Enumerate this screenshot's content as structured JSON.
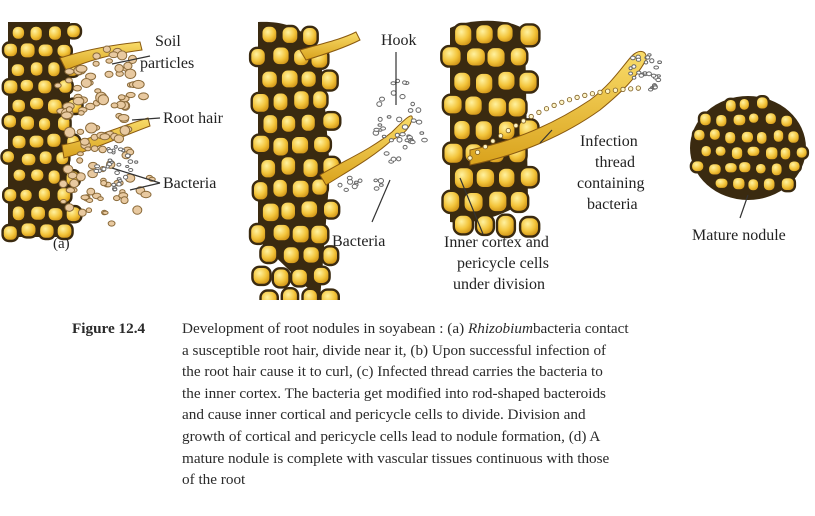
{
  "labels": {
    "soil_particles_1": "Soil",
    "soil_particles_2": "particles",
    "root_hair": "Root hair",
    "bacteria_a": "Bacteria",
    "panel_a": "(a)",
    "hook": "Hook",
    "bacteria_b": "Bacteria",
    "infection_thread_1": "Infection",
    "infection_thread_2": "thread",
    "infection_thread_3": "containing",
    "infection_thread_4": "bacteria",
    "inner_cortex_1": "Inner cortex and",
    "inner_cortex_2": "pericycle cells",
    "inner_cortex_3": "under division",
    "mature_nodule": "Mature nodule"
  },
  "caption": {
    "title": "Figure 12.4",
    "line1_pre": "Development of root nodules in soyabean : (a) ",
    "line1_em": "Rhizobium",
    "line1_post": "bacteria contact",
    "line2": "a susceptible root hair, divide near it, (b) Upon successful infection of",
    "line3": "the root hair cause it to curl, (c) Infected thread carries the bacteria to",
    "line4": "the inner cortex. The bacteria get modified into rod-shaped bacteroids",
    "line5": "and cause inner cortical and pericycle cells to divide. Division and",
    "line6": "growth of cortical and pericycle cells lead to nodule formation, (d) A",
    "line7": "mature nodule is complete with vascular tissues continuous with those",
    "line8": "of the root"
  },
  "colors": {
    "cell_fill_light": "#f7d24a",
    "cell_fill_dark": "#d99a14",
    "cell_outline": "#3a2a10"
  }
}
